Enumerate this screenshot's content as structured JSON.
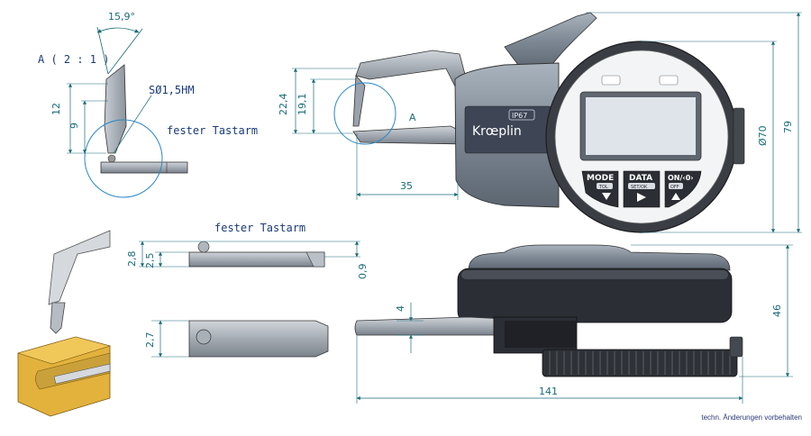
{
  "detail": {
    "scale_label": "A ( 2 : 1 )",
    "angle": "15,9°",
    "tip_label": "SØ1,5HM",
    "dim_12": "12",
    "dim_9": "9",
    "arm_label": "fester Tastarm"
  },
  "front": {
    "dim_22_4": "22,4",
    "dim_19_1": "19,1",
    "detail_ref": "A",
    "dim_35": "35",
    "dim_dia70": "Ø70",
    "dim_79": "79",
    "brand": "Krœplin",
    "ip": "IP67",
    "btn_mode": "MODE",
    "btn_mode_sub": "TOL",
    "btn_data": "DATA",
    "btn_data_sub": "SET/OK",
    "btn_on": "ON/‹0›",
    "btn_on_sub": "OFF"
  },
  "arm": {
    "title": "fester Tastarm",
    "dim_2_8": "2,8",
    "dim_2_5": "2,5",
    "dim_0_9": "0,9",
    "dim_2_7": "2,7"
  },
  "side": {
    "dim_4": "4",
    "dim_46": "46",
    "dim_141": "141"
  },
  "footer_note": "techn. Änderungen vorbehalten",
  "colors": {
    "dimension": "#1a6b7a",
    "label": "#1a3a78",
    "body_gray": "#8a95a2",
    "dark": "#2a2d33",
    "lcd": "#dfe4ea",
    "work_block": "#e3b23c"
  }
}
